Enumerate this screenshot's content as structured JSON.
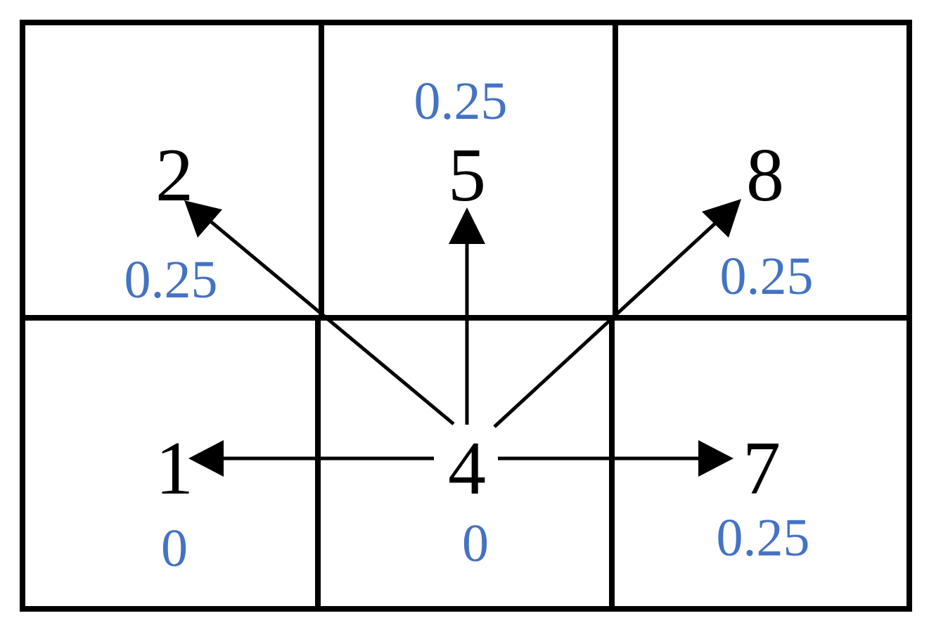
{
  "colors": {
    "grid": "#000000",
    "arrow": "#000000",
    "number": "#000000",
    "value": "#4472C4"
  },
  "cells": {
    "c1": {
      "number": "1",
      "value": "0"
    },
    "c2": {
      "number": "2",
      "value": "0.25"
    },
    "c4": {
      "number": "4",
      "value": "0"
    },
    "c5": {
      "number": "5",
      "value": "0.25"
    },
    "c7": {
      "number": "7",
      "value": "0.25"
    },
    "c8": {
      "number": "8",
      "value": "0.25"
    }
  }
}
